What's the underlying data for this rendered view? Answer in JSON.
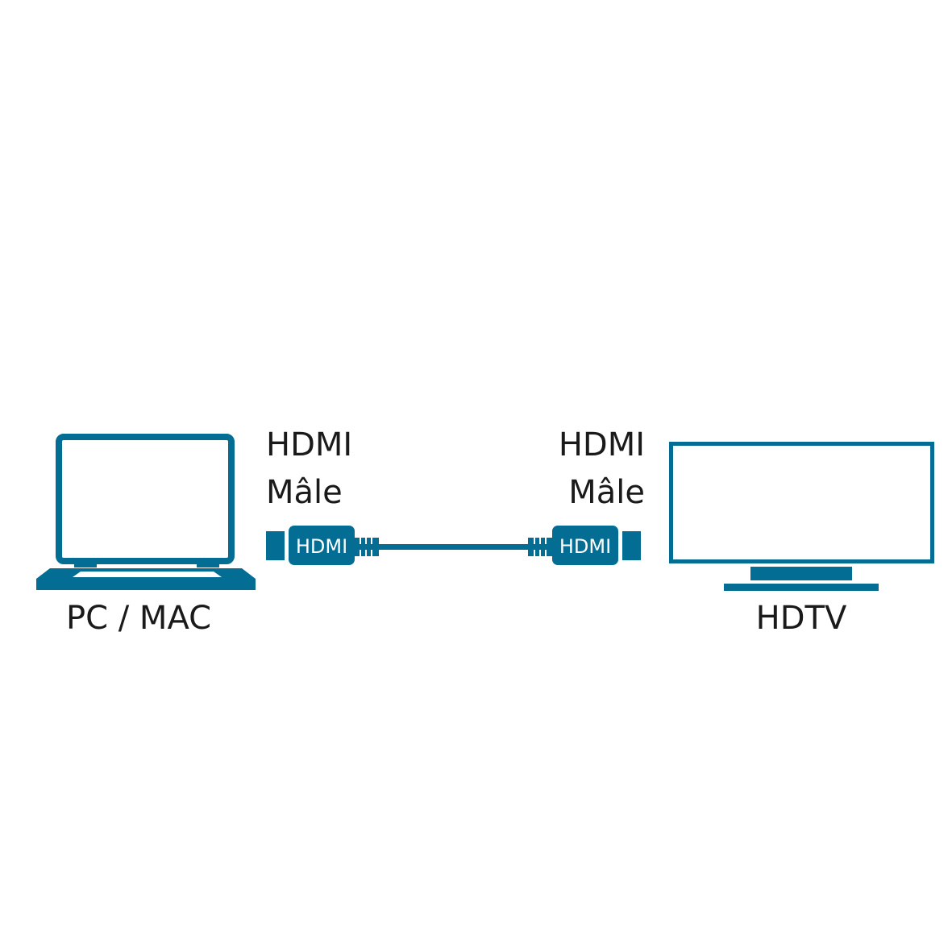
{
  "colors": {
    "accent": "#046d94",
    "text": "#1a1a1a",
    "background": "#ffffff"
  },
  "left_device": {
    "label": "PC / MAC",
    "icon": "laptop-icon"
  },
  "right_device": {
    "label": "HDTV",
    "icon": "tv-icon"
  },
  "left_connector": {
    "line1": "HDMI",
    "line2": "Mâle",
    "plug_label": "HDMI"
  },
  "right_connector": {
    "line1": "HDMI",
    "line2": "Mâle",
    "plug_label": "HDMI"
  }
}
